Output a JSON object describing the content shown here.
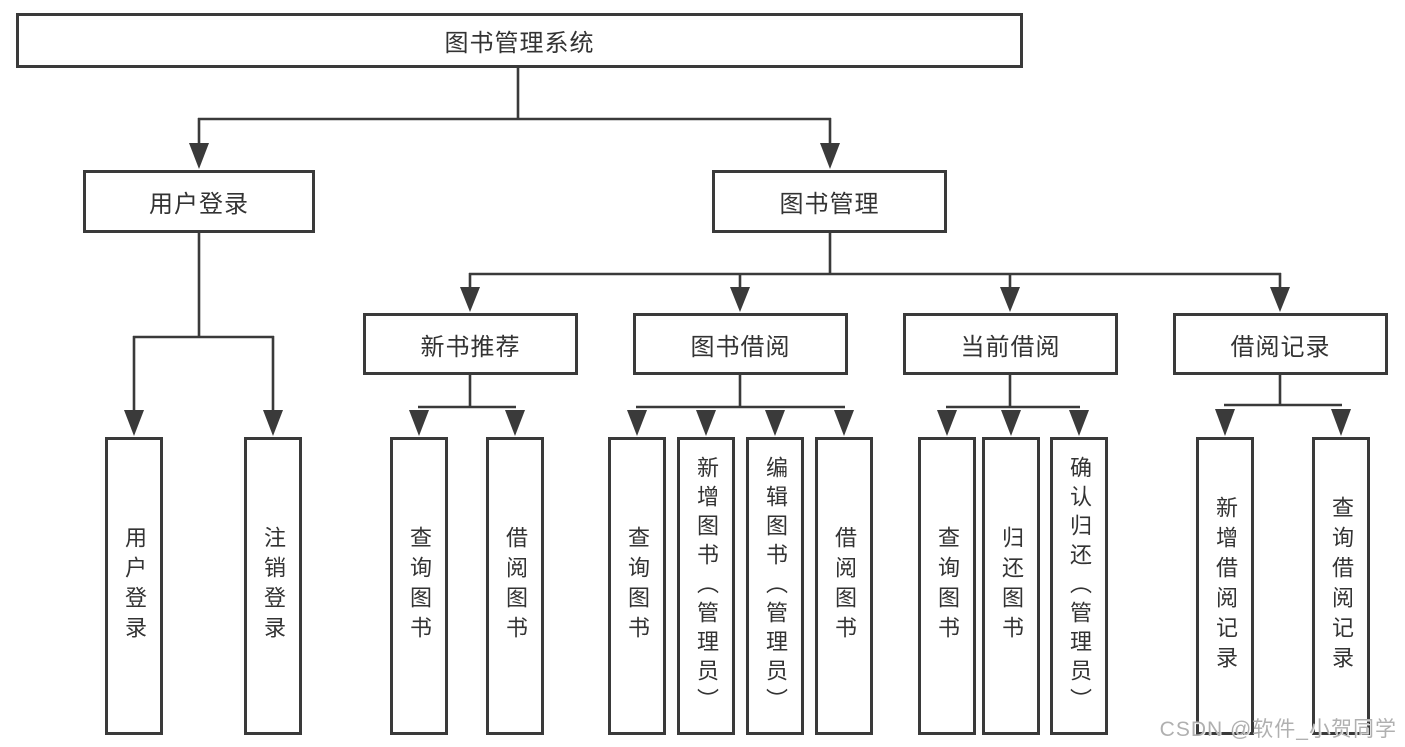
{
  "colors": {
    "line-color": "#3a3a3a",
    "text-color": "#333333",
    "watermark-color": "#b0b0b0",
    "bg-color": "#ffffff"
  },
  "diagram": {
    "root": {
      "label": "图书管理系统"
    },
    "branches": [
      {
        "label": "用户登录",
        "leaves": [
          {
            "label": "用户登录"
          },
          {
            "label": "注销登录"
          }
        ]
      },
      {
        "label": "图书管理",
        "groups": [
          {
            "label": "新书推荐",
            "leaves": [
              {
                "label": "查询图书"
              },
              {
                "label": "借阅图书"
              }
            ]
          },
          {
            "label": "图书借阅",
            "leaves": [
              {
                "label": "查询图书"
              },
              {
                "label": "新增图书（管理员）"
              },
              {
                "label": "编辑图书（管理员）"
              },
              {
                "label": "借阅图书"
              }
            ]
          },
          {
            "label": "当前借阅",
            "leaves": [
              {
                "label": "查询图书"
              },
              {
                "label": "归还图书"
              },
              {
                "label": "确认归还（管理员）"
              }
            ]
          },
          {
            "label": "借阅记录",
            "leaves": [
              {
                "label": "新增借阅记录"
              },
              {
                "label": "查询借阅记录"
              }
            ]
          }
        ]
      }
    ]
  },
  "watermark": {
    "text": "CSDN @软件_小贺同学"
  }
}
